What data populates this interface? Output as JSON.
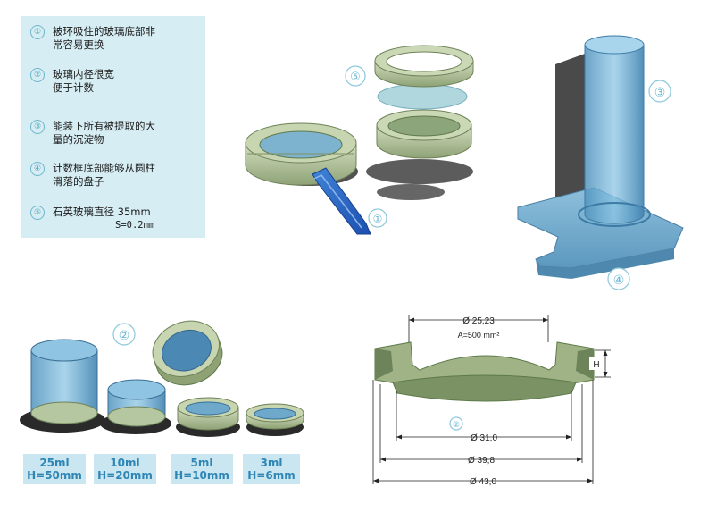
{
  "legend": [
    {
      "num": "①",
      "lines": [
        "被环吸住的玻璃底部非",
        "常容易更换"
      ]
    },
    {
      "num": "②",
      "lines": [
        "玻璃内径很宽",
        "便于计数"
      ]
    },
    {
      "num": "③",
      "lines": [
        "能装下所有被提取的大",
        "量的沉淀物"
      ]
    },
    {
      "num": "④",
      "lines": [
        "计数框底部能够从圆柱",
        "滑落的盘子"
      ]
    },
    {
      "num": "⑤",
      "lines": [
        "石英玻璃直径 35mm",
        "S=0.2mm"
      ]
    }
  ],
  "callouts": {
    "c1": "①",
    "c2_top": "②",
    "c2_bottom": "②",
    "c3": "③",
    "c4": "④",
    "c5": "⑤"
  },
  "chambers": [
    {
      "volume": "25ml",
      "height": "H=50mm"
    },
    {
      "volume": "10ml",
      "height": "H=20mm"
    },
    {
      "volume": "5ml",
      "height": "H=10mm"
    },
    {
      "volume": "3ml",
      "height": "H=6mm"
    }
  ],
  "dimensions": {
    "inner_diameter": "Ø 25,23",
    "area": "A=500 mm²",
    "height": "H",
    "d1": "Ø 31,0",
    "d2": "Ø 39,8",
    "d3": "Ø 43,0"
  },
  "colors": {
    "ring": "#b9c9a3",
    "ring_dark": "#7f9468",
    "glass": "#5fa6cf",
    "glass_light": "#9fd0e8",
    "accent": "#2f86b5",
    "caption_bg": "#c9e6f1",
    "legend_bg": "#d6edf3"
  }
}
